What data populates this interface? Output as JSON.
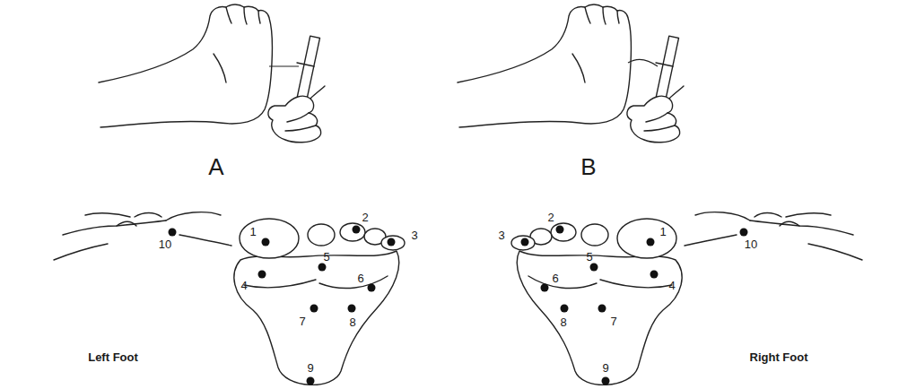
{
  "diagram": {
    "labels": [
      "A",
      "B",
      "1",
      "2",
      "3",
      "4",
      "5",
      "6",
      "7",
      "8",
      "9",
      "10",
      "Left Foot",
      "1",
      "2",
      "3",
      "4",
      "5",
      "6",
      "7",
      "8",
      "9",
      "10",
      "Right Foot"
    ]
  }
}
